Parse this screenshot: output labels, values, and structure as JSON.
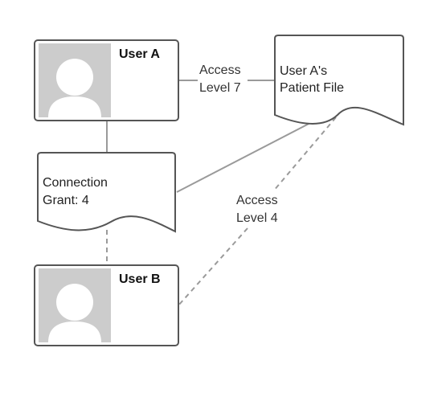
{
  "colors": {
    "border": "#555555",
    "avatar_bg": "#cccccc",
    "avatar_fg": "#ffffff",
    "solid_line": "#9a9a9a",
    "dashed_line": "#9a9a9a"
  },
  "nodes": {
    "user_a": {
      "title": "User A",
      "icon": "user-avatar-icon"
    },
    "user_b": {
      "title": "User B",
      "icon": "user-avatar-icon"
    },
    "patient_file": {
      "line1": "User A's",
      "line2": "Patient File"
    },
    "connection_grant": {
      "line1": "Connection",
      "line2": "Grant: 4"
    }
  },
  "edges": {
    "access_7": {
      "line1": "Access",
      "line2": "Level 7"
    },
    "access_4": {
      "line1": "Access",
      "line2": "Level 4"
    }
  }
}
